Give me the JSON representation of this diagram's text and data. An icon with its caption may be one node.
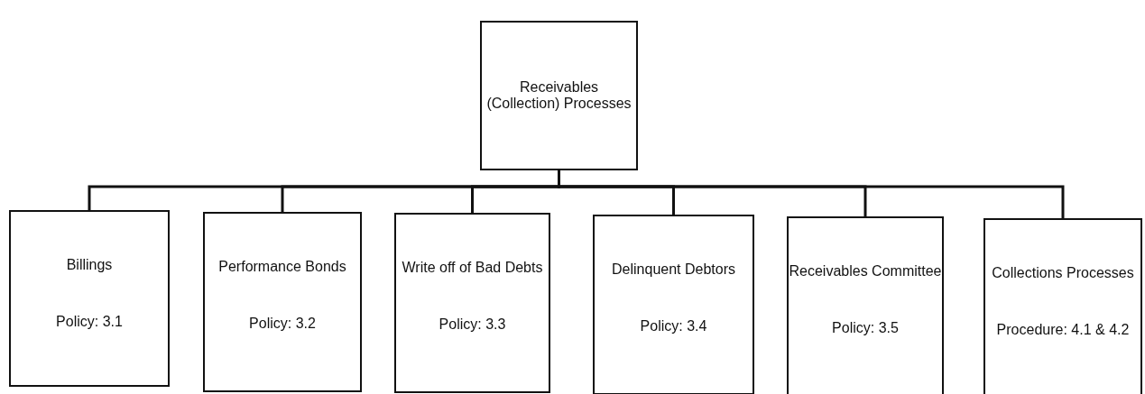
{
  "diagram": {
    "nodes": [
      {
        "text": [
          "Receivables (Collection) Processes"
        ]
      },
      {
        "text": [
          "Billings",
          "Policy: 3.1"
        ]
      },
      {
        "text": [
          "Performance Bonds",
          "Policy: 3.2"
        ]
      },
      {
        "text": [
          "Write off of Bad Debts",
          "Policy: 3.3"
        ]
      },
      {
        "text": [
          "Delinquent Debtors",
          "Policy: 3.4"
        ]
      },
      {
        "text": [
          "Receivables Committee",
          "Policy: 3.5"
        ]
      },
      {
        "text": [
          "Collections Processes",
          "Procedure: 4.1 & 4.2"
        ]
      }
    ],
    "edges": [
      {
        "from": 0,
        "to": 1,
        "arrow": "none"
      },
      {
        "from": 0,
        "to": 2,
        "arrow": "none"
      },
      {
        "from": 0,
        "to": 3,
        "arrow": "none"
      },
      {
        "from": 0,
        "to": 4,
        "arrow": "none"
      },
      {
        "from": 0,
        "to": 5,
        "arrow": "none"
      },
      {
        "from": 0,
        "to": 6,
        "arrow": "none"
      }
    ]
  }
}
